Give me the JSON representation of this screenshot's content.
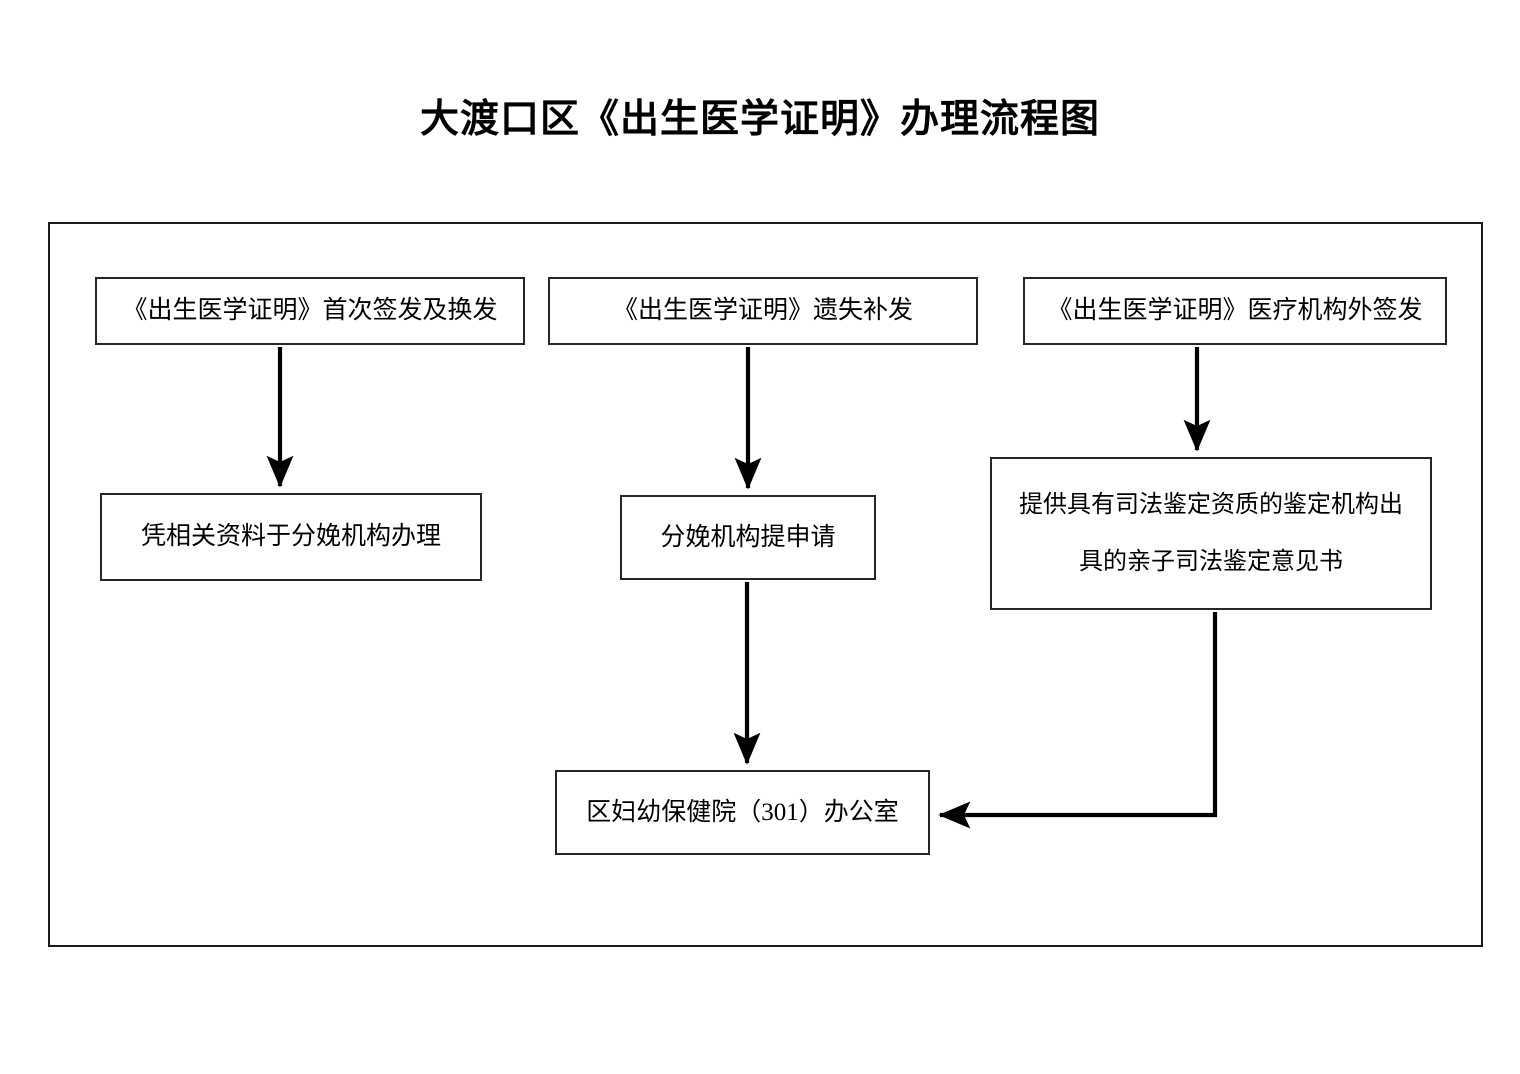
{
  "document": {
    "title": "大渡口区《出生医学证明》办理流程图"
  },
  "flowchart": {
    "type": "flowchart",
    "orientation": "top-to-bottom",
    "nodes": [
      {
        "id": "first-issue",
        "label": "《出生医学证明》首次签发及换发",
        "column": 1,
        "row": 1
      },
      {
        "id": "lost-reissue",
        "label": "《出生医学证明》遗失补发",
        "column": 2,
        "row": 1
      },
      {
        "id": "outside-issue",
        "label": "《出生医学证明》医疗机构外签发",
        "column": 3,
        "row": 1
      },
      {
        "id": "handle-at-birth-inst",
        "label": "凭相关资料于分娩机构办理",
        "column": 1,
        "row": 2
      },
      {
        "id": "apply-at-birth-inst",
        "label": "分娩机构提申请",
        "column": 2,
        "row": 2
      },
      {
        "id": "judicial-appraisal",
        "label_line1": "提供具有司法鉴定资质的鉴定机构出",
        "label_line2": "具的亲子司法鉴定意见书",
        "column": 3,
        "row": 2
      },
      {
        "id": "mch-office",
        "label": "区妇幼保健院（301）办公室",
        "column": 2,
        "row": 3
      }
    ],
    "edges": [
      {
        "from": "first-issue",
        "to": "handle-at-birth-inst",
        "style": "straight-down"
      },
      {
        "from": "lost-reissue",
        "to": "apply-at-birth-inst",
        "style": "straight-down"
      },
      {
        "from": "outside-issue",
        "to": "judicial-appraisal",
        "style": "straight-down"
      },
      {
        "from": "apply-at-birth-inst",
        "to": "mch-office",
        "style": "straight-down"
      },
      {
        "from": "judicial-appraisal",
        "to": "mch-office",
        "style": "elbow-down-left"
      }
    ]
  },
  "colors": {
    "stroke": "#262626",
    "frame": "#1a1a1a",
    "background": "#ffffff",
    "text": "#000000"
  }
}
